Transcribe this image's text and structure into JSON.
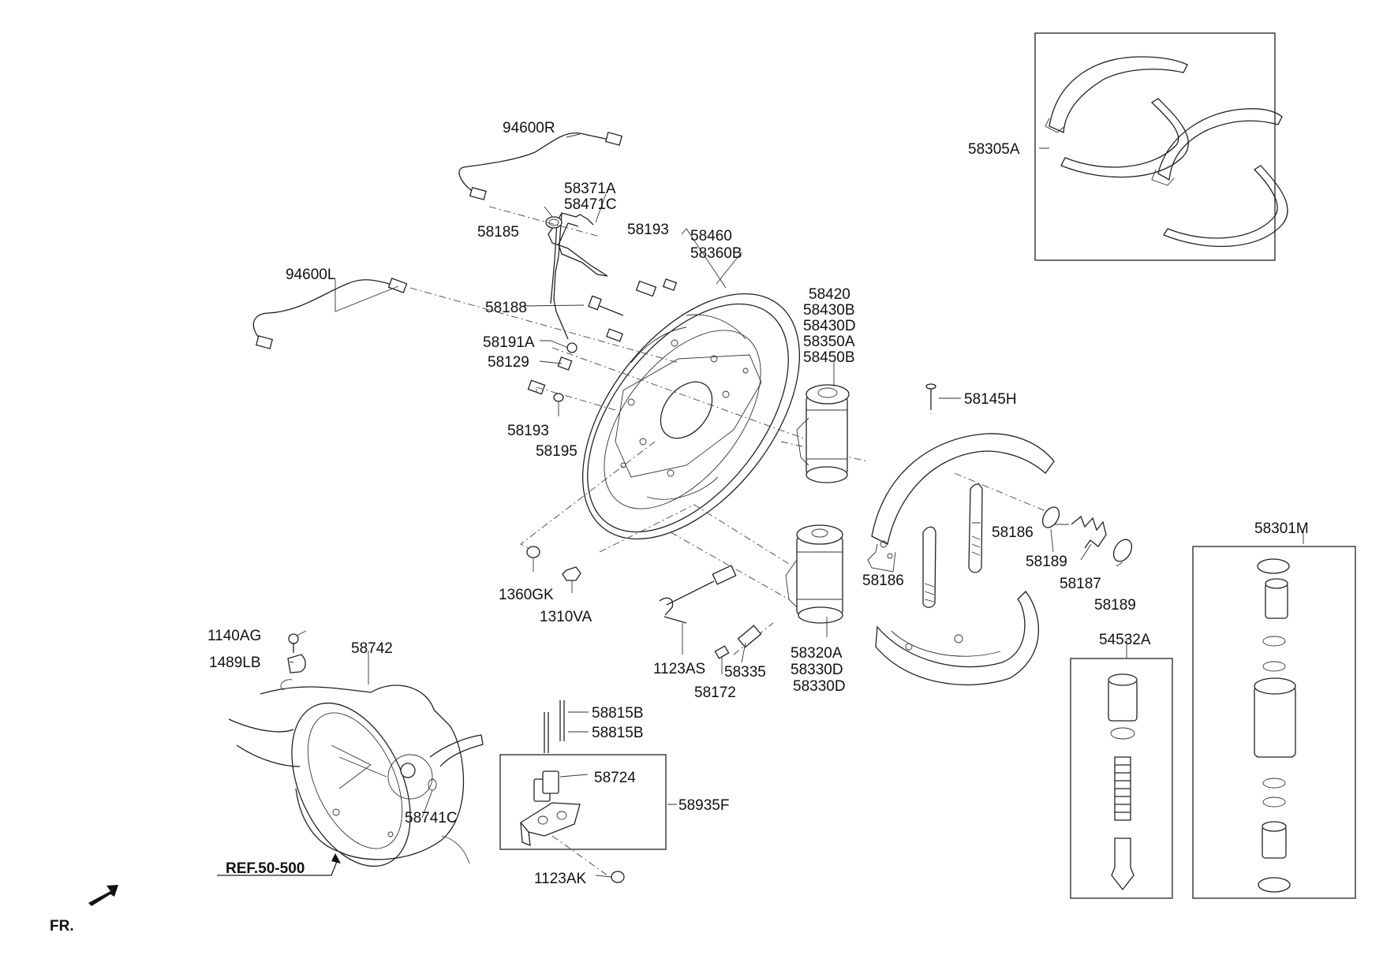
{
  "labels": {
    "p94600R": "94600R",
    "p58371A": "58371A",
    "p58471C": "58471C",
    "p58185": "58185",
    "p58193a": "58193",
    "p58460": "58460",
    "p58360B": "58360B",
    "p94600L": "94600L",
    "p58188": "58188",
    "p58191A": "58191A",
    "p58129": "58129",
    "p58193b": "58193",
    "p58195": "58195",
    "p58420": "58420",
    "p58430B": "58430B",
    "p58430D": "58430D",
    "p58350A": "58350A",
    "p58450B": "58450B",
    "p58145H": "58145H",
    "p58305A": "58305A",
    "p58186a": "58186",
    "p58186b": "58186",
    "p58189a": "58189",
    "p58187": "58187",
    "p58189b": "58189",
    "p58301M": "58301M",
    "p54532A": "54532A",
    "p1360GK": "1360GK",
    "p1310VA": "1310VA",
    "p1123AS": "1123AS",
    "p58335": "58335",
    "p58172": "58172",
    "p58320A": "58320A",
    "p58330D1": "58330D",
    "p58330D2": "58330D",
    "p1140AG": "1140AG",
    "p1489LB": "1489LB",
    "p58742": "58742",
    "p58741C": "58741C",
    "p58815B1": "58815B",
    "p58815B2": "58815B",
    "p58724": "58724",
    "p58935F": "58935F",
    "p1123AK": "1123AK",
    "ref": "REF.50-500",
    "fr": "FR."
  }
}
